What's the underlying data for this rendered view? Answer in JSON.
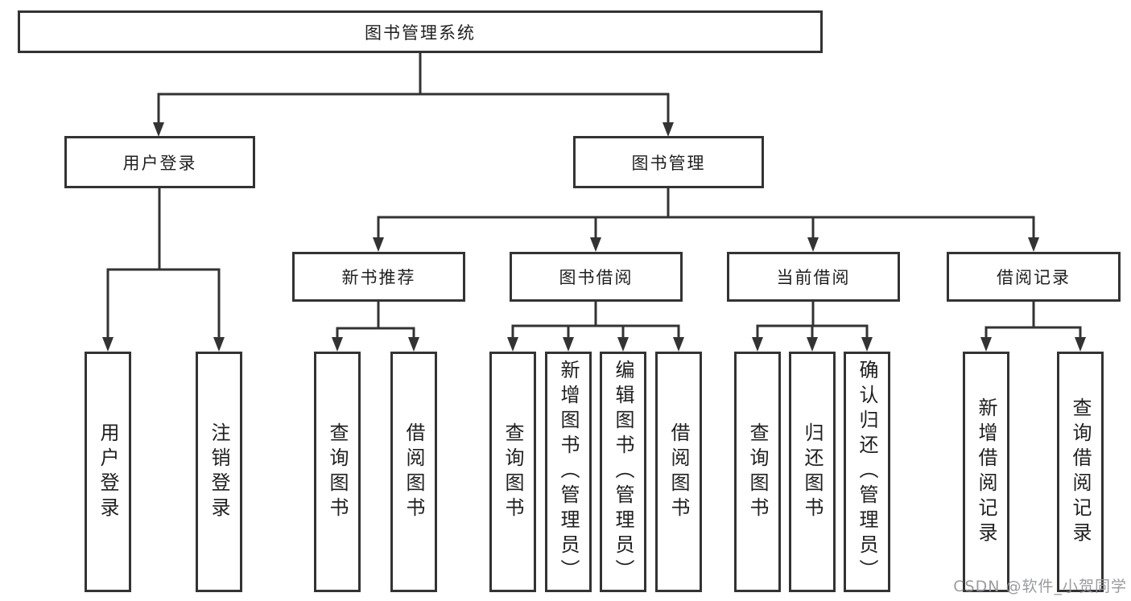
{
  "diagram": {
    "type": "hierarchy-tree",
    "watermark": "CSDN @软件_小贺同学",
    "colors": {
      "line": "#333333",
      "box_border": "#333333",
      "box_background": "#ffffff",
      "text": "#1f1f1f",
      "watermark_text": "#94969a"
    },
    "nodes": {
      "root": {
        "label": "图书管理系统"
      },
      "user_login": {
        "label": "用户登录"
      },
      "book_mgmt": {
        "label": "图书管理"
      },
      "new_book_rec": {
        "label": "新书推荐"
      },
      "book_borrow": {
        "label": "图书借阅"
      },
      "current_borrow": {
        "label": "当前借阅"
      },
      "borrow_records": {
        "label": "借阅记录"
      },
      "leaf_user_login": {
        "label": "用户登录"
      },
      "leaf_logout": {
        "label": "注销登录"
      },
      "leaf_nbr_query": {
        "label": "查询图书"
      },
      "leaf_nbr_borrow": {
        "label": "借阅图书"
      },
      "leaf_bb_query": {
        "label": "查询图书"
      },
      "leaf_bb_add": {
        "label": "新增图书（管理员）"
      },
      "leaf_bb_edit": {
        "label": "编辑图书（管理员）"
      },
      "leaf_bb_borrow": {
        "label": "借阅图书"
      },
      "leaf_cb_query": {
        "label": "查询图书"
      },
      "leaf_cb_return": {
        "label": "归还图书"
      },
      "leaf_cb_confirm": {
        "label": "确认归还（管理员）"
      },
      "leaf_br_add": {
        "label": "新增借阅记录"
      },
      "leaf_br_query": {
        "label": "查询借阅记录"
      }
    }
  }
}
